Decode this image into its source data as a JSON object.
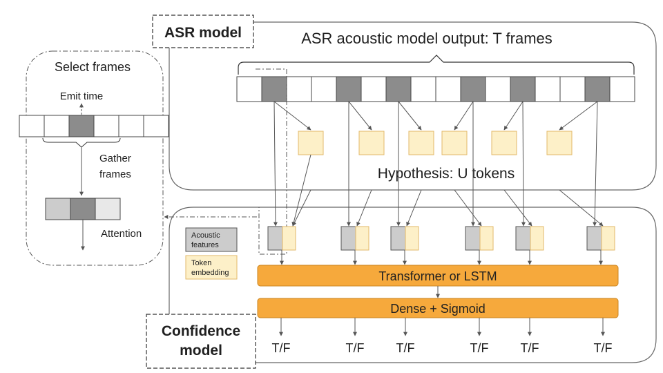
{
  "labels": {
    "asr_model": "ASR model",
    "confidence_model_line1": "Confidence",
    "confidence_model_line2": "model",
    "asr_output": "ASR acoustic model output: T frames",
    "hypothesis": "Hypothesis: U tokens",
    "select_frames": "Select frames",
    "emit_time": "Emit time",
    "gather_frames_line1": "Gather",
    "gather_frames_line2": "frames",
    "attention": "Attention",
    "transformer": "Transformer or LSTM",
    "dense": "Dense + Sigmoid"
  },
  "legend": {
    "acoustic_line1": "Acoustic",
    "acoustic_line2": "features",
    "token_line1": "Token",
    "token_line2": "embedding"
  },
  "outputs": [
    "T/F",
    "T/F",
    "T/F",
    "T/F",
    "T/F",
    "T/F"
  ],
  "colors": {
    "acoustic_dark": "#8c8c8c",
    "acoustic_light": "#cccccc",
    "attention_light": "#e8e8e8",
    "token": "#fdf0c8",
    "token_border": "#e2b96a",
    "layer": "#f6a93c",
    "layer_border": "#c98420",
    "line": "#555555"
  }
}
